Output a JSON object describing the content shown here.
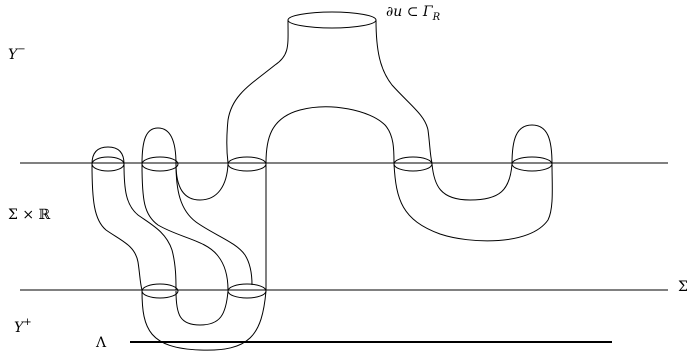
{
  "labels": {
    "boundary": "∂u ⊂ Γ",
    "boundary_sub": "R",
    "y_minus": "Y",
    "y_minus_sup": "−",
    "sigma_r": "Σ × ℝ",
    "sigma_edge": "Σ",
    "y_plus": "Y",
    "y_plus_sup": "+",
    "lambda": "Λ"
  }
}
